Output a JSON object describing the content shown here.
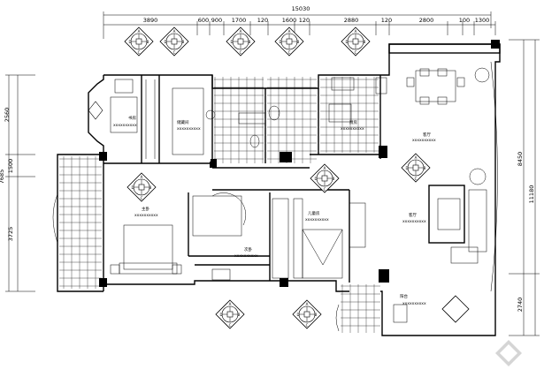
{
  "title": "",
  "dimensions": {
    "top_total": "15030",
    "top_segments": [
      "3890",
      "600",
      "900",
      "1700",
      "120",
      "1600",
      "120",
      "2880",
      "120",
      "2800",
      "100",
      "1300"
    ],
    "left": [
      "2560",
      "7685",
      "1500",
      "3725"
    ],
    "right": [
      "8450",
      "11180",
      "2740"
    ]
  },
  "rooms": {
    "study": "书房",
    "storage": "储藏间",
    "kitchen": "厨房",
    "living": "客厅",
    "master_bedroom": "主卧",
    "second_bedroom": "次卧",
    "child_bedroom": "儿童房",
    "balcony": "阳台",
    "note": "xxxxxxxxxx"
  }
}
